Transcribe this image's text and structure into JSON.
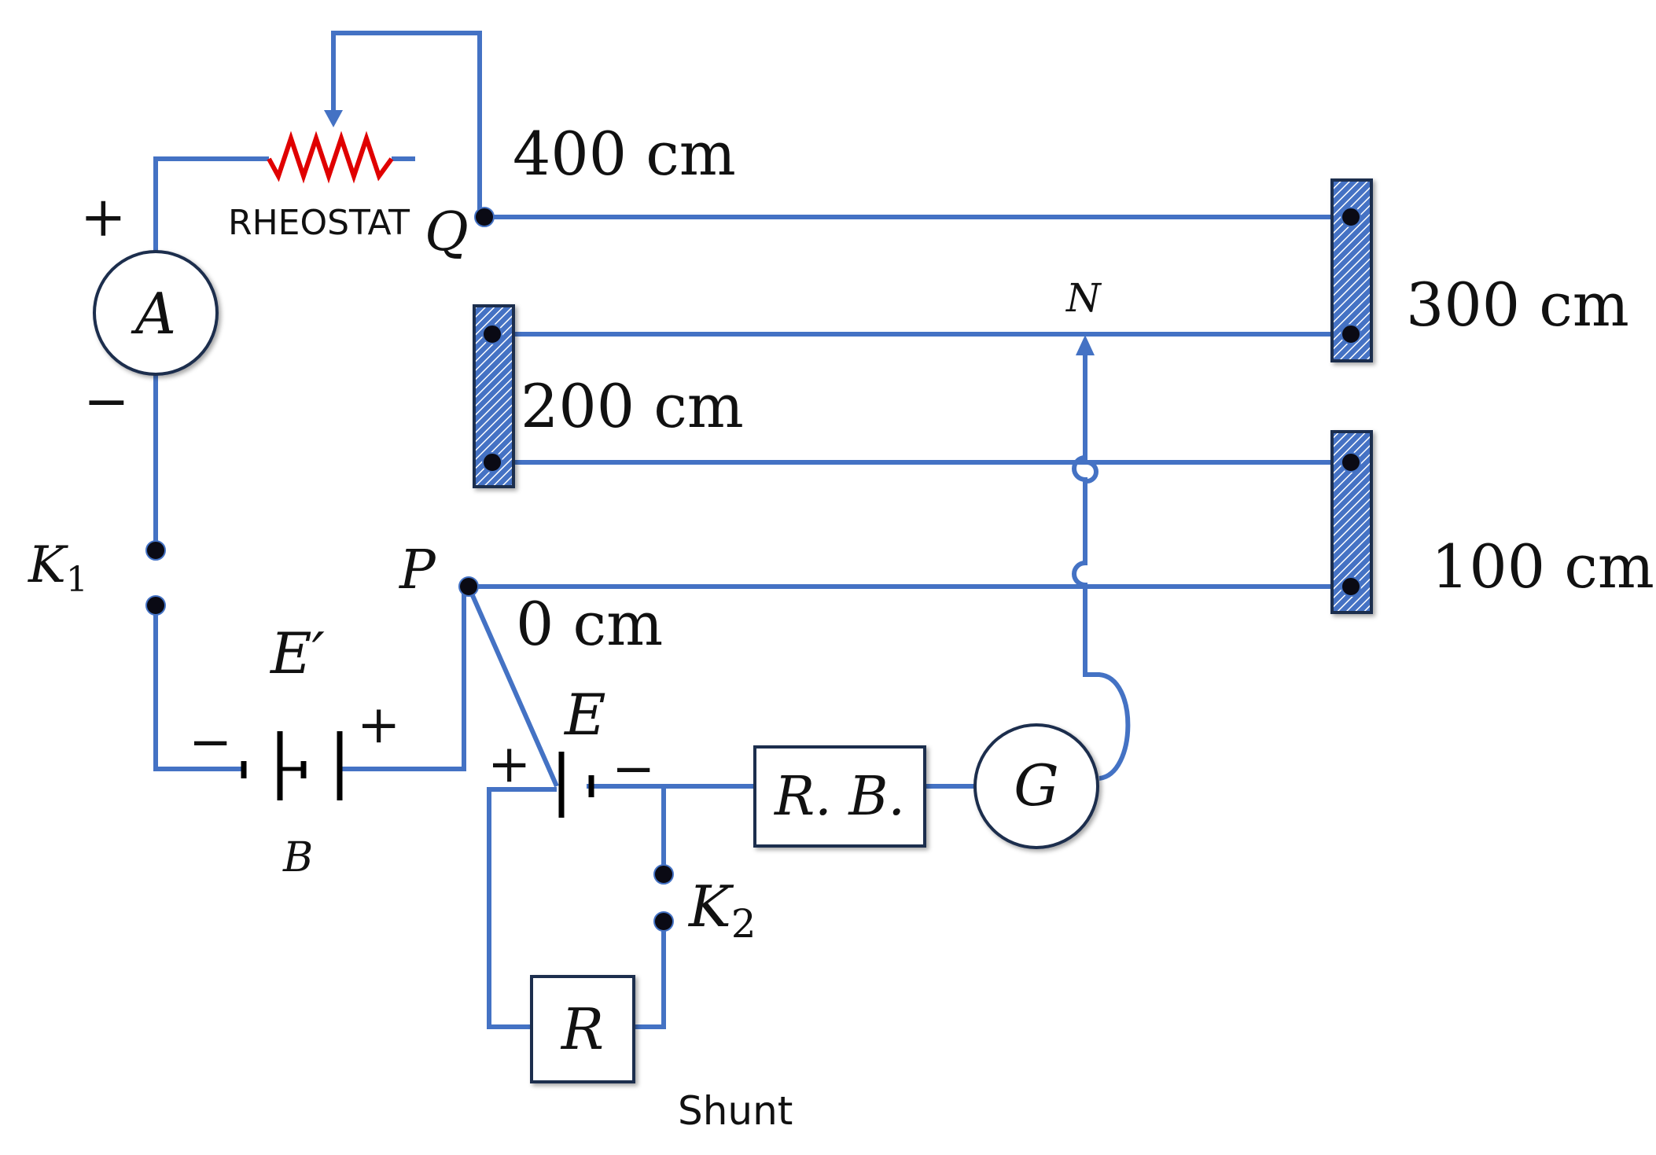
{
  "lengths": {
    "len_400": "400 cm",
    "len_300": "300 cm",
    "len_200": "200 cm",
    "len_100": "100 cm",
    "len_0": "0 cm"
  },
  "points": {
    "Q": "Q",
    "P": "P",
    "N": "N"
  },
  "components": {
    "rheostat": "RHEOSTAT",
    "ammeter": "A",
    "galvanometer": "G",
    "resistance_box": "R. B.",
    "shunt_resistor": "R",
    "shunt": "Shunt",
    "battery_label": "B",
    "battery_emf": "E′",
    "cell_emf": "E",
    "key1_main": "K",
    "key1_sub": "1",
    "key2_main": "K",
    "key2_sub": "2"
  },
  "signs": {
    "plus": "+",
    "minus": "−"
  },
  "colors": {
    "wire": "#4472c4",
    "rheostat": "#e00000",
    "plate_fill": "#4472c4"
  }
}
